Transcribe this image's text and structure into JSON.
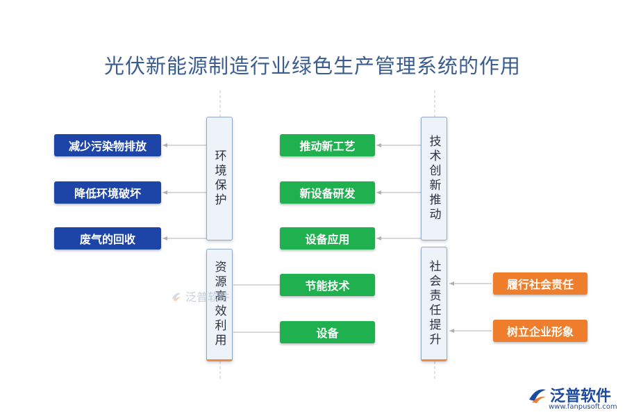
{
  "title": "光伏新能源制造行业绿色生产管理系统的作用",
  "categories": {
    "env": "环境保护",
    "res": "资源高效利用",
    "tech": "技术创新推动",
    "social": "社会责任提升"
  },
  "items": {
    "env": [
      "减少污染物排放",
      "降低环境破坏",
      "废气的回收"
    ],
    "tech": [
      "推动新工艺",
      "新设备研发",
      "设备应用"
    ],
    "res": [
      "节能技术",
      "设备"
    ],
    "social": [
      "履行社会责任",
      "树立企业形象"
    ]
  },
  "colors": {
    "env": "#1d45a8",
    "tech": "#1fb04f",
    "social": "#ef7e2c",
    "title": "#3a5d8f"
  },
  "watermark": "泛普软件",
  "brand": {
    "name": "泛普软件",
    "url": "www.fanpusoft.com"
  }
}
